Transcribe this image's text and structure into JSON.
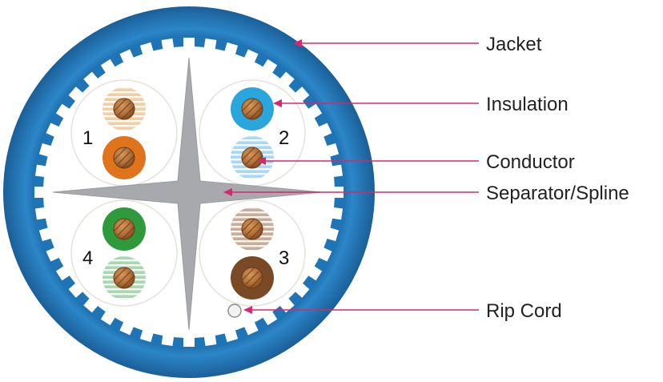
{
  "colors": {
    "jacket": "#1f74b6",
    "jacket_light": "#4aa3dc",
    "jacket_dark": "#145a91",
    "inner_fill": "#ffffff",
    "separator": "#a7a9ac",
    "copper": "#b0703a",
    "copper_dark": "#6b3b16",
    "leader": "#d6286e",
    "wires": {
      "pair1_stripe": "#f1cfa3",
      "pair1_solid": "#e0741c",
      "pair2_solid": "#29a6dc",
      "pair2_stripe": "#a8d8f2",
      "pair3_stripe": "#c9ad96",
      "pair3_solid": "#7a4a26",
      "pair4_solid": "#2f9a3c",
      "pair4_stripe": "#a9d7b0"
    }
  },
  "pairs": [
    {
      "number": "1",
      "colors": [
        "pair1_stripe",
        "pair1_solid"
      ]
    },
    {
      "number": "2",
      "colors": [
        "pair2_solid",
        "pair2_stripe"
      ]
    },
    {
      "number": "3",
      "colors": [
        "pair3_stripe",
        "pair3_solid"
      ]
    },
    {
      "number": "4",
      "colors": [
        "pair4_solid",
        "pair4_stripe"
      ]
    }
  ],
  "callouts": [
    {
      "name": "jacket",
      "label": "Jacket"
    },
    {
      "name": "insulation",
      "label": "Insulation"
    },
    {
      "name": "conductor",
      "label": "Conductor"
    },
    {
      "name": "separator",
      "label": "Separator/Spline"
    },
    {
      "name": "rip-cord",
      "label": "Rip Cord"
    }
  ]
}
